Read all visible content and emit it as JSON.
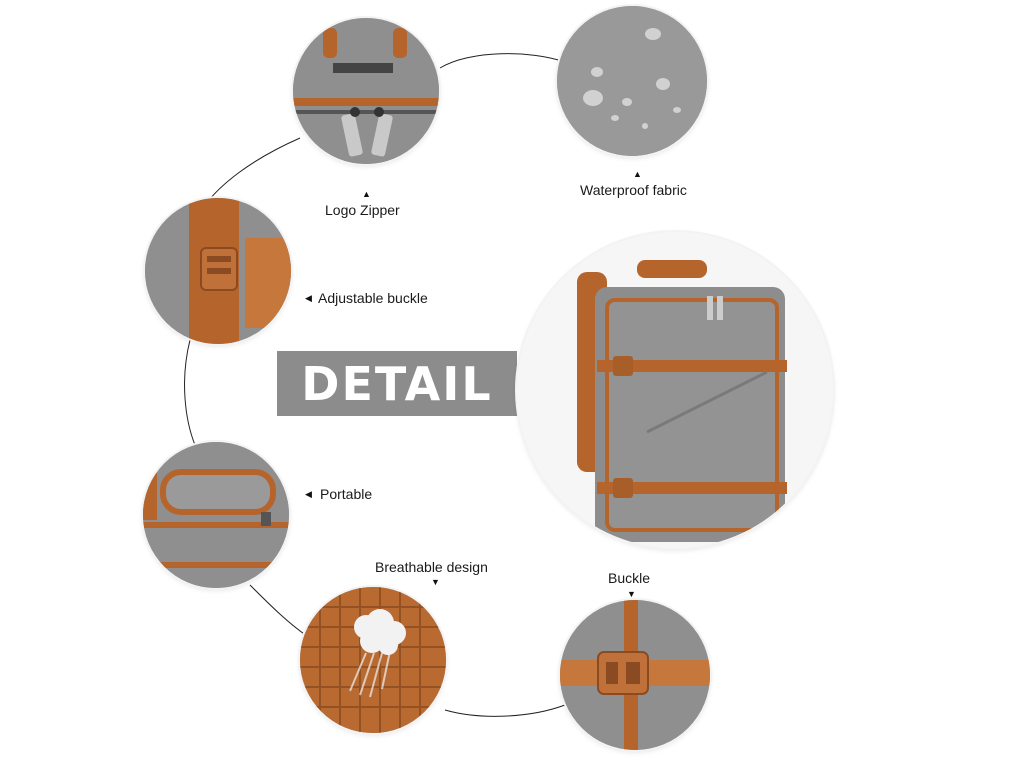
{
  "banner": {
    "title": "DETAIL"
  },
  "features": [
    {
      "id": "logo-zipper",
      "label": "Logo Zipper"
    },
    {
      "id": "waterproof-fabric",
      "label": "Waterproof fabric"
    },
    {
      "id": "adjustable-buckle",
      "label": "Adjustable buckle"
    },
    {
      "id": "portable",
      "label": "Portable"
    },
    {
      "id": "breathable-design",
      "label": "Breathable design"
    },
    {
      "id": "buckle",
      "label": "Buckle"
    }
  ],
  "colors": {
    "fabric_gray": "#8e8e8e",
    "trim_brown": "#b5652c",
    "banner_bg": "#8c8c8c",
    "banner_text": "#ffffff",
    "background": "#ffffff"
  }
}
